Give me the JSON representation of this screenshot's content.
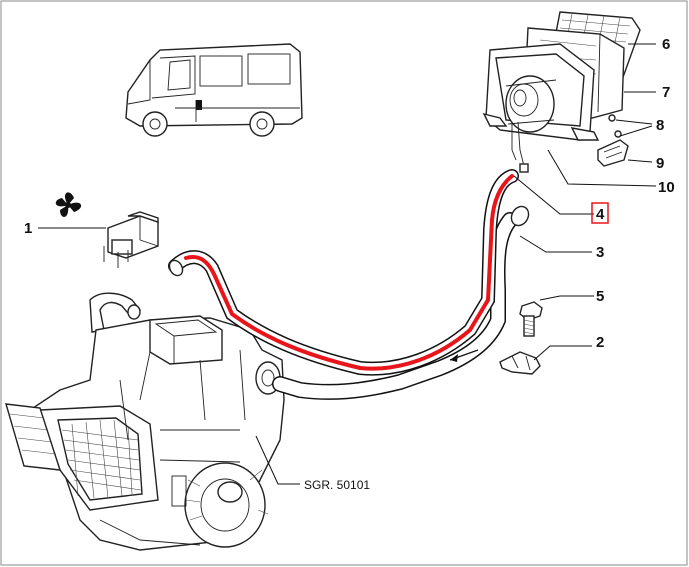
{
  "callouts": [
    {
      "id": "c1",
      "text": "1"
    },
    {
      "id": "c2",
      "text": "2"
    },
    {
      "id": "c3",
      "text": "3"
    },
    {
      "id": "c4",
      "text": "4"
    },
    {
      "id": "c5",
      "text": "5"
    },
    {
      "id": "c6",
      "text": "6"
    },
    {
      "id": "c7",
      "text": "7"
    },
    {
      "id": "c8",
      "text": "8"
    },
    {
      "id": "c9",
      "text": "9"
    },
    {
      "id": "c10",
      "text": "10"
    }
  ],
  "reference_label": "SGR. 50101",
  "highlight": {
    "callout": "4",
    "color": "#e8151b"
  },
  "colors": {
    "line": "#111111",
    "highlight_hose": "#e8151b",
    "frame": "#888888"
  }
}
